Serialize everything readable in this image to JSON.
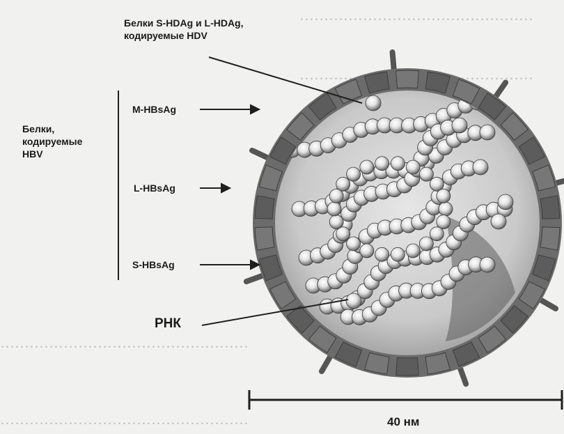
{
  "labels": {
    "hdv_proteins_line1": "Белки S-HDAg и L-HDAg,",
    "hdv_proteins_line2": "кодируемые HDV",
    "hbv_group_line1": "Белки,",
    "hbv_group_line2": "кодируемые",
    "hbv_group_line3": "HBV",
    "m_hbsag": "M-HBsAg",
    "l_hbsag": "L-HBsAg",
    "s_hbsag": "S-HBsAg",
    "rna": "РНК",
    "scale": "40 нм"
  },
  "colors": {
    "background": "#f1f1ef",
    "envelope": "#6d6d6d",
    "envelope_block": "#5a5a5a",
    "interior": "#d8d8d8",
    "bead_light": "#f4f4f4",
    "bead_dark": "#555555",
    "line": "#222222"
  }
}
